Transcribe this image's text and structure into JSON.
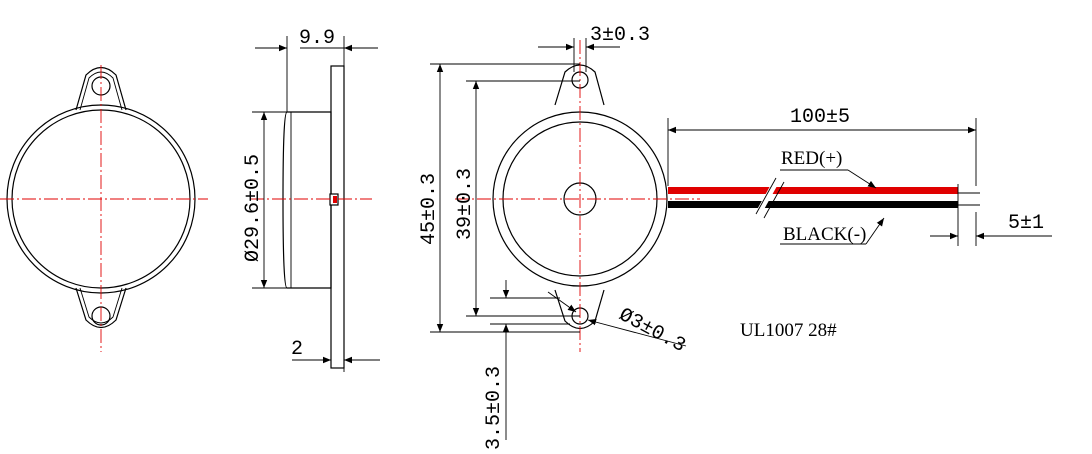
{
  "dimensions": {
    "thickness": "9.9",
    "diameter": "Ø29.6±0.5",
    "flange": "2",
    "hole_spacing": "3±0.3",
    "overall_height": "45±0.3",
    "body_height": "39±0.3",
    "hole_diameter": "Ø3±0.3",
    "hole_offset": "3.5±0.3",
    "wire_length": "100±5",
    "strip_length": "5±1"
  },
  "labels": {
    "red_wire": "RED(+)",
    "black_wire": "BLACK(-)",
    "wire_spec": "UL1007 28#"
  },
  "colors": {
    "red_wire": "#e00000",
    "black_wire": "#000000",
    "centerline": "#e00000"
  }
}
